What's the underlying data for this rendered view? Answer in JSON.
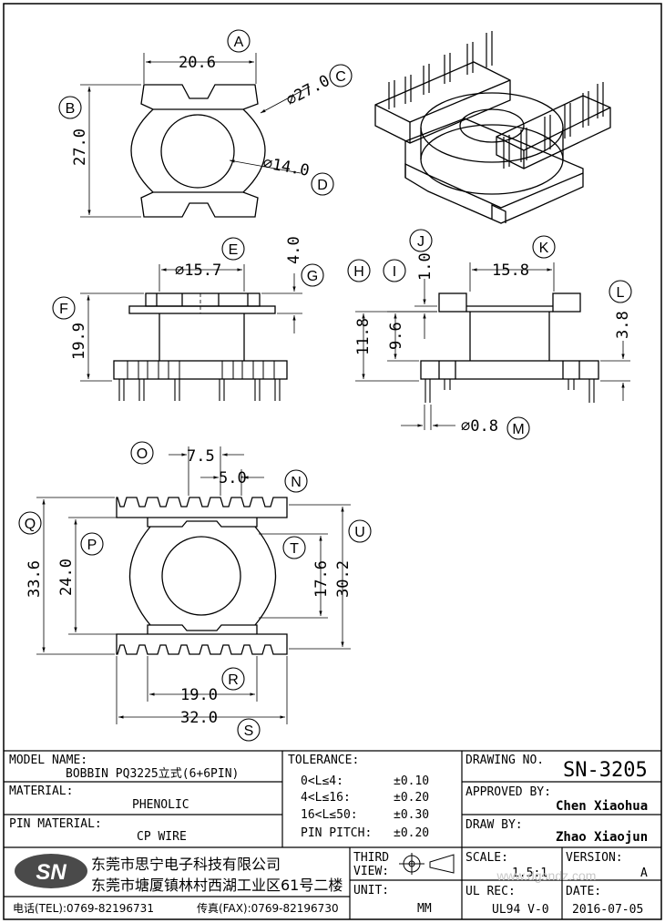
{
  "dimensions": {
    "a": "20.6",
    "b": "27.0",
    "c": "⌀27.0",
    "d": "⌀14.0",
    "e": "⌀15.7",
    "f": "19.9",
    "g": "4.0",
    "h": "11.8",
    "i": "9.6",
    "j": "1.0",
    "k": "15.8",
    "l": "3.8",
    "m": "⌀0.8",
    "o": "7.5",
    "n": "5.0",
    "q": "33.6",
    "p": "24.0",
    "t": "17.6",
    "u": "30.2",
    "r": "19.0",
    "s": "32.0"
  },
  "callouts": [
    "A",
    "B",
    "C",
    "D",
    "E",
    "F",
    "G",
    "H",
    "I",
    "J",
    "K",
    "L",
    "M",
    "N",
    "O",
    "P",
    "Q",
    "R",
    "S",
    "T",
    "U"
  ],
  "title_block": {
    "model_name_label": "MODEL NAME:",
    "model_name_value": "BOBBIN PQ3225立式(6+6PIN)",
    "material_label": "MATERIAL:",
    "material_value": "PHENOLIC",
    "pin_material_label": "PIN MATERIAL:",
    "pin_material_value": "CP WIRE",
    "tolerance_label": "TOLERANCE:",
    "tolerances": [
      {
        "range": "0<L≤4:",
        "value": "±0.10"
      },
      {
        "range": "4<L≤16:",
        "value": "±0.20"
      },
      {
        "range": "16<L≤50:",
        "value": "±0.30"
      },
      {
        "range": "PIN PITCH:",
        "value": "±0.20"
      }
    ],
    "drawing_no_label": "DRAWING NO.",
    "drawing_no_value": "SN-3205",
    "approved_label": "APPROVED BY:",
    "approved_value": "Chen Xiaohua",
    "draw_label": "DRAW BY:",
    "draw_value": "Zhao Xiaojun",
    "logo": "SN",
    "company_name": "东莞市思宁电子科技有限公司",
    "company_address": "东莞市塘厦镇林村西湖工业区61号二楼",
    "tel": "电话(TEL):0769-82196731",
    "fax": "传真(FAX):0769-82196730",
    "third_view_label_1": "THIRD",
    "third_view_label_2": "VIEW:",
    "unit_label": "UNIT:",
    "unit_value": "MM",
    "scale_label": "SCALE:",
    "scale_value": "1.5:1",
    "version_label": "VERSION:",
    "version_value": "A",
    "ul_rec_label": "UL REC:",
    "ul_rec_value": "UL94 V-0",
    "date_label": "DATE:",
    "date_value": "2016-07-05",
    "watermark": "www.dgsndz.com"
  }
}
